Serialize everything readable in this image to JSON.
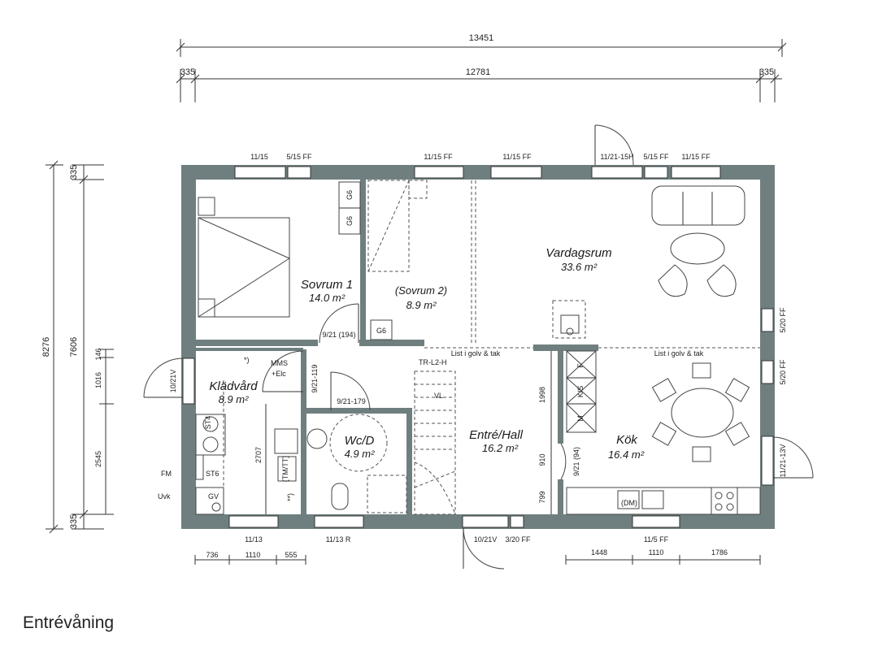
{
  "title": "Entrévåning",
  "dimensions": {
    "total_width": "13451",
    "inner_width": "12781",
    "wall_left": "335",
    "wall_right": "335",
    "total_height": "8276",
    "inner_height": "7606",
    "wall_top": "335",
    "wall_bottom": "335",
    "left_146": "146",
    "left_1016": "1016",
    "left_2545": "2545",
    "bottom_left": [
      "736",
      "1110",
      "555"
    ],
    "bottom_right": [
      "1448",
      "1110",
      "1786"
    ],
    "inner_2707": "2707",
    "inner_1998": "1998",
    "inner_910": "910",
    "inner_799": "799"
  },
  "windows": {
    "top_1": "11/15",
    "top_2": "5/15 FF",
    "top_3": "11/15 FF",
    "top_4": "11/15 FF",
    "top_5": "11/21-15H",
    "top_6": "5/15 FF",
    "top_7": "11/15 FF",
    "right_1": "5/20 FF",
    "right_2": "5/20 FF",
    "right_3": "11/21-13V",
    "left_1": "10/21V",
    "bottom_1": "11/13",
    "bottom_2": "11/13 R",
    "bottom_3": "10/21V",
    "bottom_4": "3/20 FF",
    "bottom_5": "11/5 FF"
  },
  "doors": {
    "sovrum": "9/21 (194)",
    "klad": "9/21-119",
    "wc": "9/21-179",
    "kok": "9/21 (94)"
  },
  "rooms": {
    "sovrum1": {
      "name": "Sovrum 1",
      "area": "14.0 m²"
    },
    "sovrum2": {
      "name": "(Sovrum 2)",
      "area": "8.9 m²"
    },
    "vardagsrum": {
      "name": "Vardagsrum",
      "area": "33.6 m²"
    },
    "kladvard": {
      "name": "Klädvård",
      "area": "8.9 m²"
    },
    "wcd": {
      "name": "Wc/D",
      "area": "4.9 m²"
    },
    "entre": {
      "name": "Entré/Hall",
      "area": "16.2 m²"
    },
    "kok": {
      "name": "Kök",
      "area": "16.4 m²"
    }
  },
  "labels": {
    "g6_1": "G6",
    "g6_2": "G6",
    "g6_3": "G6",
    "list_left": "List i golv & tak",
    "list_right": "List i golv & tak",
    "star1": "*)",
    "star2": "**)",
    "mms1": "MMS",
    "mms2": "+Elc",
    "st4": "ST4",
    "st6": "ST6",
    "fm": "FM",
    "uvk": "Uvk",
    "gv": "GV",
    "tmtt": "(TM/TT)",
    "vl": "VL",
    "trl2h": "TR-L2-H",
    "fridge": "F",
    "ks": "K/S",
    "mo": "M",
    "dm": "(DM)"
  }
}
